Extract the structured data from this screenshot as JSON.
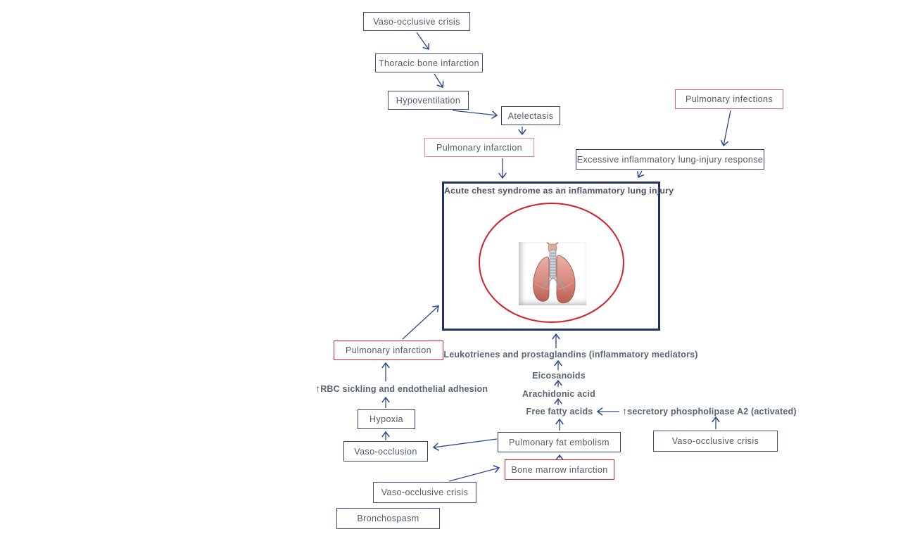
{
  "diagram": {
    "nodes": {
      "voc_top": {
        "label": "Vaso-occlusive crisis"
      },
      "thoracic": {
        "label": "Thoracic bone infarction"
      },
      "hypoventilation": {
        "label": "Hypoventilation"
      },
      "atelectasis": {
        "label": "Atelectasis"
      },
      "pulm_infarction_upper": {
        "label": "Pulmonary infarction"
      },
      "pulm_infections": {
        "label": "Pulmonary infections"
      },
      "excessive_response": {
        "label": "Excessive inflammatory lung-injury response"
      },
      "pulm_infarction_lower": {
        "label": "Pulmonary infarction"
      },
      "hypoxia": {
        "label": "Hypoxia"
      },
      "vaso_occlusion": {
        "label": "Vaso-occlusion"
      },
      "pulm_fat_embolism": {
        "label": "Pulmonary fat embolism"
      },
      "bone_marrow_infarction": {
        "label": "Bone marrow infarction"
      },
      "voc_bottom": {
        "label": "Vaso-occlusive crisis"
      },
      "bronchospasm": {
        "label": "Bronchospasm"
      },
      "voc_right": {
        "label": "Vaso-occlusive crisis"
      }
    },
    "central": {
      "title": "Acute chest syndrome as an inflammatory lung injury",
      "image": "lungs-illustration"
    },
    "labels": {
      "rbc": {
        "prefix": "↑",
        "label": "RBC sickling and endothelial adhesion"
      },
      "leukotrienes": {
        "label": "Leukotrienes and prostaglandins (inflammatory mediators)"
      },
      "eicosanoids": {
        "label": "Eicosanoids"
      },
      "arachidonic": {
        "label": "Arachidonic acid"
      },
      "ffa": {
        "label": "Free fatty acids"
      },
      "spla2": {
        "prefix": "↑",
        "label": "secretory phospholipase A2 (activated)"
      }
    },
    "colors": {
      "box_border_navy": "#3a4f80",
      "central_border": "#1e3263",
      "arrow_navy": "#2e4a8c",
      "red_bright": "#de1f2e",
      "red_medium": "#e2606c",
      "red_soft": "#ec8b91",
      "ellipse_red": "#d4212d",
      "box_text": "#515a69",
      "label_text": "#5a6370"
    }
  }
}
